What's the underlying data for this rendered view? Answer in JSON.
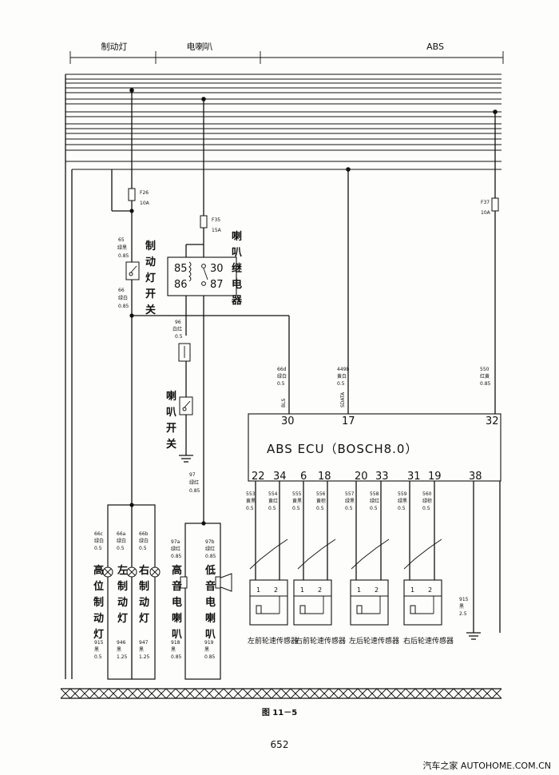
{
  "sections": [
    "制动灯",
    "电喇叭",
    "ABS"
  ],
  "relay": {
    "pins": [
      "85",
      "86",
      "30",
      "87"
    ]
  },
  "labels": {
    "f26": "F26",
    "f26_rating": "10A",
    "f35": "F35",
    "f35_rating": "15A",
    "f37": "F37",
    "f37_rating": "10A",
    "w65": "65",
    "w65_color": "绿黑",
    "w65_size": "0.85",
    "w66": "66",
    "w66_color": "绿白",
    "w66_size": "0.85",
    "w96": "96",
    "w96_color": "白红",
    "w96_size": "0.5",
    "w97": "97",
    "w97_color": "绿红",
    "w97_size": "0.85",
    "w66c": "66c",
    "w66c_color": "绿白",
    "w66c_size": "0.5",
    "w66a": "66a",
    "w66a_color": "绿白",
    "w66a_size": "0.5",
    "w66b": "66b",
    "w66b_color": "绿白",
    "w66b_size": "0.5",
    "w97a": "97a",
    "w97a_color": "绿红",
    "w97a_size": "0.85",
    "w97b": "97b",
    "w97b_color": "绿红",
    "w97b_size": "0.85",
    "w915": "915",
    "w915_color": "黑",
    "w915_size": "0.5",
    "w946": "946",
    "w946_color": "黑",
    "w946_size": "1.25",
    "w947": "947",
    "w947_color": "黑",
    "w947_size": "1.25",
    "w918": "918",
    "w918_color": "黑",
    "w918_size": "0.85",
    "w919": "919",
    "w919_color": "黑",
    "w919_size": "0.85",
    "w66d": "66d",
    "w66d_color": "绿白",
    "w66d_size": "0.5",
    "w449": "449b",
    "w449_color": "黄白",
    "w449_size": "0.5",
    "w550": "550",
    "w550_color": "红黄",
    "w550_size": "0.85"
  },
  "vertical": {
    "brake_switch": [
      "制",
      "动",
      "灯",
      "开",
      "关"
    ],
    "horn_relay": [
      "喇",
      "叭",
      "继",
      "电",
      "器"
    ],
    "horn_switch": [
      "喇",
      "叭",
      "开",
      "关"
    ],
    "high_lamp": [
      "高",
      "位",
      "制",
      "动",
      "灯"
    ],
    "left_lamp": [
      "左",
      "制",
      "动",
      "灯"
    ],
    "right_lamp": [
      "右",
      "制",
      "动",
      "灯"
    ],
    "high_horn": [
      "高",
      "音",
      "电",
      "喇",
      "叭"
    ],
    "low_horn": [
      "低",
      "音",
      "电",
      "喇",
      "叭"
    ]
  },
  "ecu": {
    "title": "ABS  ECU（BOSCH8.0）",
    "sig_bls": "BLS",
    "sig_sdata": "SDATA",
    "pins_top": [
      "30",
      "17",
      "32"
    ],
    "pins_bottom": [
      "22",
      "34",
      "6",
      "18",
      "20",
      "33",
      "31",
      "19",
      "38"
    ]
  },
  "sensors": {
    "wires": [
      {
        "id": "553",
        "color": "黄黑",
        "size": "0.5"
      },
      {
        "id": "554",
        "color": "黄红",
        "size": "0.5"
      },
      {
        "id": "555",
        "color": "黄黑",
        "size": "0.5"
      },
      {
        "id": "556",
        "color": "黄棕",
        "size": "0.5"
      },
      {
        "id": "557",
        "color": "绿黑",
        "size": "0.5"
      },
      {
        "id": "558",
        "color": "绿红",
        "size": "0.5"
      },
      {
        "id": "559",
        "color": "绿黑",
        "size": "0.5"
      },
      {
        "id": "560",
        "color": "绿棕",
        "size": "0.5"
      }
    ],
    "ground_wire": {
      "id": "915",
      "color": "黑",
      "size": "2.5"
    },
    "pin_labels": [
      "1",
      "2"
    ],
    "names": [
      "左前轮速传感器",
      "右前轮速传感器",
      "左后轮速传感器",
      "右后轮速传感器"
    ]
  },
  "figure": "图 11－5",
  "page_number": "652",
  "watermark": "汽车之家  AUTOHOME.COM.CN"
}
